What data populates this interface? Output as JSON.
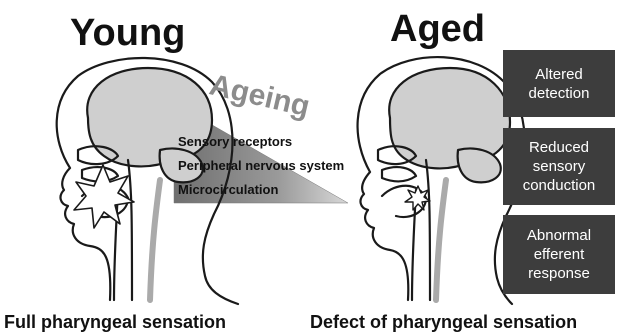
{
  "young": {
    "title": "Young",
    "caption": "Full pharyngeal sensation"
  },
  "aged": {
    "title": "Aged",
    "caption": "Defect of pharyngeal sensation"
  },
  "ageing": {
    "label": "Ageing",
    "factors": [
      "Sensory receptors",
      "Peripheral nervous system",
      "Microcirculation"
    ]
  },
  "effects": [
    "Altered detection",
    "Reduced sensory conduction",
    "Abnormal efferent response"
  ],
  "colors": {
    "brain": "#cfcfcf",
    "outline": "#1a1a1a",
    "box_fill": "#3d3d3d",
    "ageing_text": "#8c8c8c"
  }
}
